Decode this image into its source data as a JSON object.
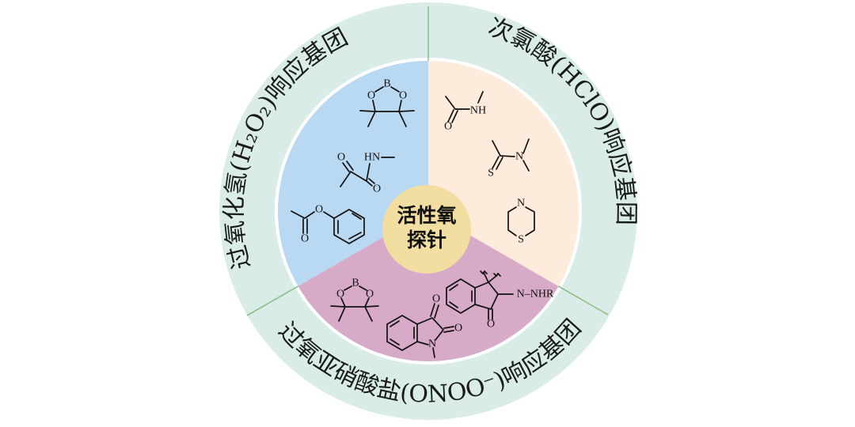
{
  "center": {
    "line1": "活性氧",
    "line2": "探针"
  },
  "sections": {
    "h2o2": {
      "label": "过氧化氢(H₂O₂)响应基团",
      "color": "#b9d8f1"
    },
    "hclo": {
      "label": "次氯酸(HClO)响应基团",
      "color": "#fdecdb"
    },
    "onoo": {
      "label": "过氧亚硝酸盐(ONOO⁻)响应基团",
      "color": "#d7aac7"
    }
  },
  "colors": {
    "outer_ring": "#d9ece7",
    "center": "#f2dea0",
    "divider": "#8cc08a"
  },
  "structures": {
    "boronate_blue": {
      "B": "B",
      "O1": "O",
      "O2": "O"
    },
    "pyruvamide": {
      "O1": "O",
      "HN": "HN",
      "O2": "O"
    },
    "phenyl_acetate": {
      "O1": "O",
      "O2": "O"
    },
    "methylacetamide": {
      "O": "O",
      "NH": "NH"
    },
    "thioamide": {
      "S": "S",
      "N": "N"
    },
    "thiomorpholine": {
      "N": "N",
      "S": "S"
    },
    "boronate_pink": {
      "B": "B",
      "O1": "O",
      "O2": "O"
    },
    "isatin": {
      "O1": "O",
      "O2": "O",
      "N": "N"
    },
    "indanone_hydrazine": {
      "NNHR": "N–NHR",
      "O": "O"
    }
  }
}
